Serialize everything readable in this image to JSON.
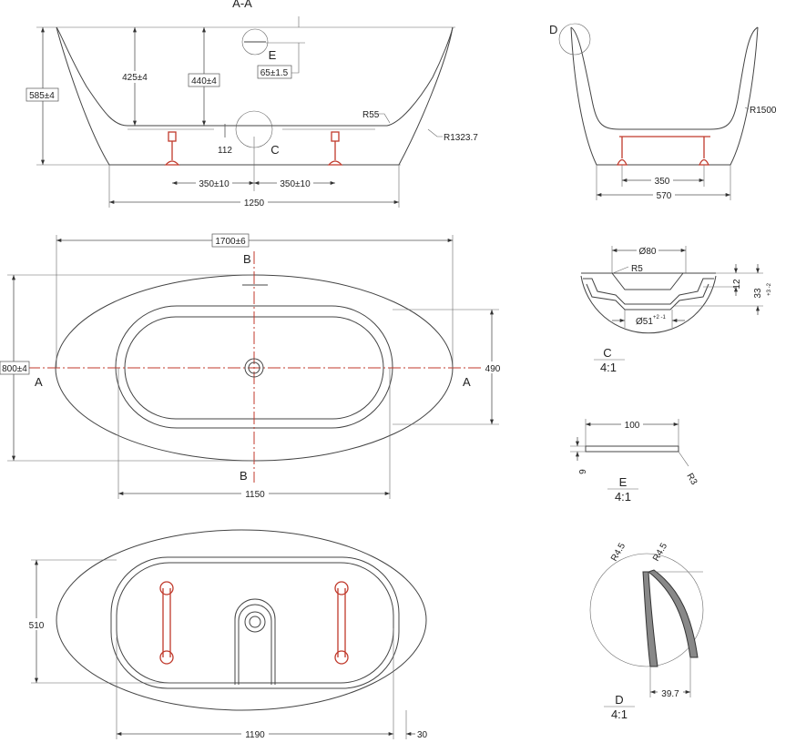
{
  "section_aa": {
    "title": "A-A",
    "dim_height_total": "585±4",
    "dim_depth_inner": "425±4",
    "dim_depth_drain": "440±4",
    "detail_e_label": "E",
    "dim_overflow": "65±1.5",
    "detail_c_label": "C",
    "dim_drain_height": "112",
    "dim_leg_left": "350±10",
    "dim_leg_right": "350±10",
    "dim_base_width": "1250",
    "radius_inner": "R55",
    "radius_outer": "R1323.7"
  },
  "side_view": {
    "detail_d_label": "D",
    "radius": "R1500",
    "dim_leg_spacing": "350",
    "dim_base_width": "570"
  },
  "top_view": {
    "dim_length": "1700±6",
    "dim_width": "800±4",
    "dim_inner_width": "490",
    "dim_inner_length": "1150",
    "section_b_top": "B",
    "section_b_bottom": "B",
    "section_a_left": "A",
    "section_a_right": "A"
  },
  "bottom_view": {
    "dim_width": "510",
    "dim_length": "1190",
    "dim_offset": "30"
  },
  "detail_c": {
    "dim_top_dia": "Ø80",
    "radius": "R5",
    "dim_12": "12",
    "dim_33": "33",
    "dim_33_tol": "+3 -2",
    "dim_bottom_dia": "Ø51",
    "dim_bottom_tol": "+2 -1",
    "label": "C",
    "scale": "4:1"
  },
  "detail_e": {
    "dim_length": "100",
    "dim_thickness": "6",
    "radius": "R3",
    "label": "E",
    "scale": "4:1"
  },
  "detail_d": {
    "radius_left": "R4.5",
    "radius_right": "R4.5",
    "dim_width": "39.7",
    "label": "D",
    "scale": "4:1"
  },
  "colors": {
    "outline": "#444444",
    "legs": "#c0392b"
  }
}
